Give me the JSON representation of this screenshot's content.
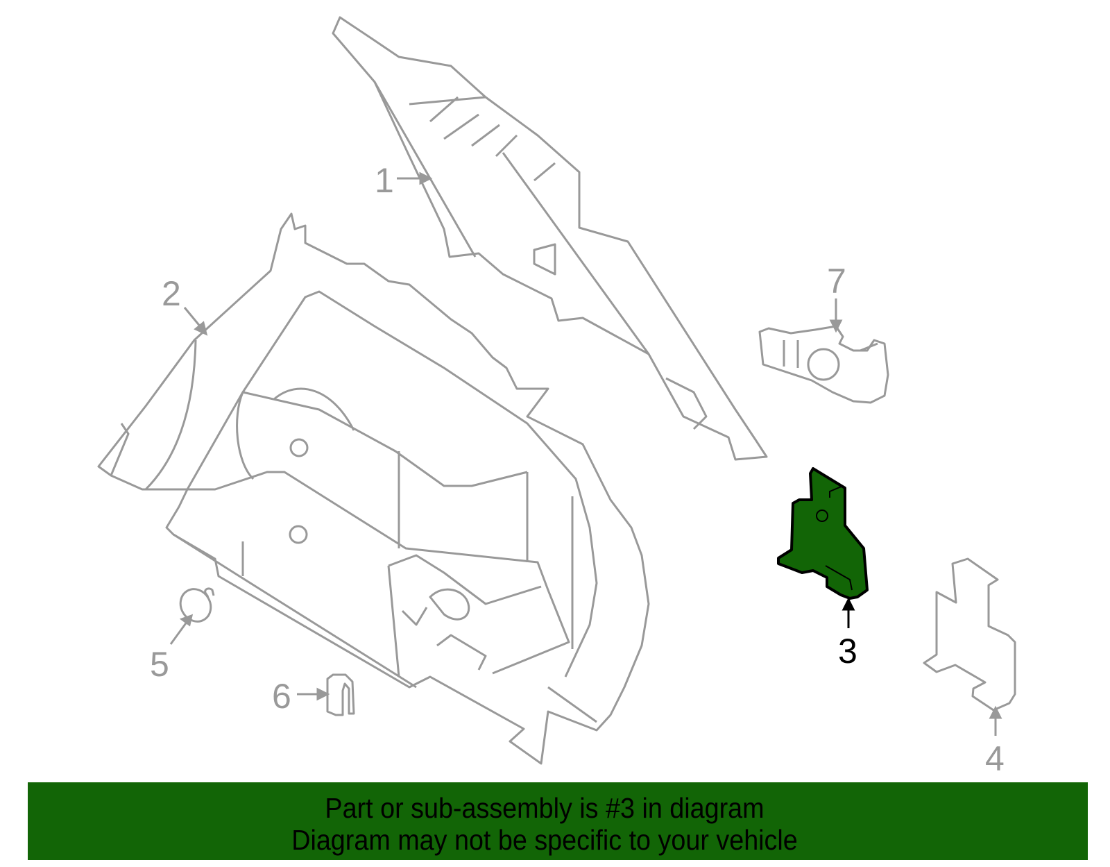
{
  "diagram": {
    "highlighted_part": "3",
    "highlight_color": "#126506",
    "line_color": "#999999",
    "callouts": [
      {
        "label": "1",
        "part": "upper quarter trim panel"
      },
      {
        "label": "2",
        "part": "quarter trim panel"
      },
      {
        "label": "3",
        "part": "bracket (highlighted)"
      },
      {
        "label": "4",
        "part": "bracket outline"
      },
      {
        "label": "5",
        "part": "push-pin retainer"
      },
      {
        "label": "6",
        "part": "clip"
      },
      {
        "label": "7",
        "part": "connector / socket"
      }
    ]
  },
  "banner": {
    "line1": "Part or sub-assembly is #3 in diagram",
    "line2": "Diagram may not be specific to your vehicle",
    "background": "#126506"
  }
}
